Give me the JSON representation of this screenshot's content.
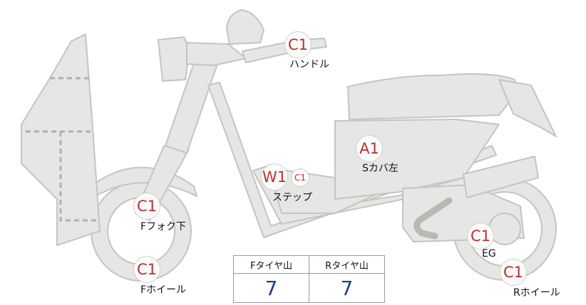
{
  "colors": {
    "part_fill": "#e6e6e4",
    "part_stroke": "#c4c4c0",
    "badge_text": "#b8322e",
    "value_text": "#1f3f8f"
  },
  "parts": {
    "handle": {
      "label": "ハンドル",
      "grade": "C1"
    },
    "s_cover": {
      "label": "Sカバ左",
      "grade": "A1"
    },
    "step": {
      "label": "ステップ",
      "grade": "W1",
      "sub_grade": "C1"
    },
    "f_fork": {
      "label": "Fフォク下",
      "grade": "C1"
    },
    "f_wheel": {
      "label": "Fホイール",
      "grade": "C1"
    },
    "engine": {
      "label": "EG",
      "grade": "C1"
    },
    "r_wheel": {
      "label": "Rホイール",
      "grade": "C1"
    }
  },
  "tread_table": {
    "headers": [
      "Fタイヤ山",
      "Rタイヤ山"
    ],
    "values": [
      "7",
      "7"
    ]
  }
}
